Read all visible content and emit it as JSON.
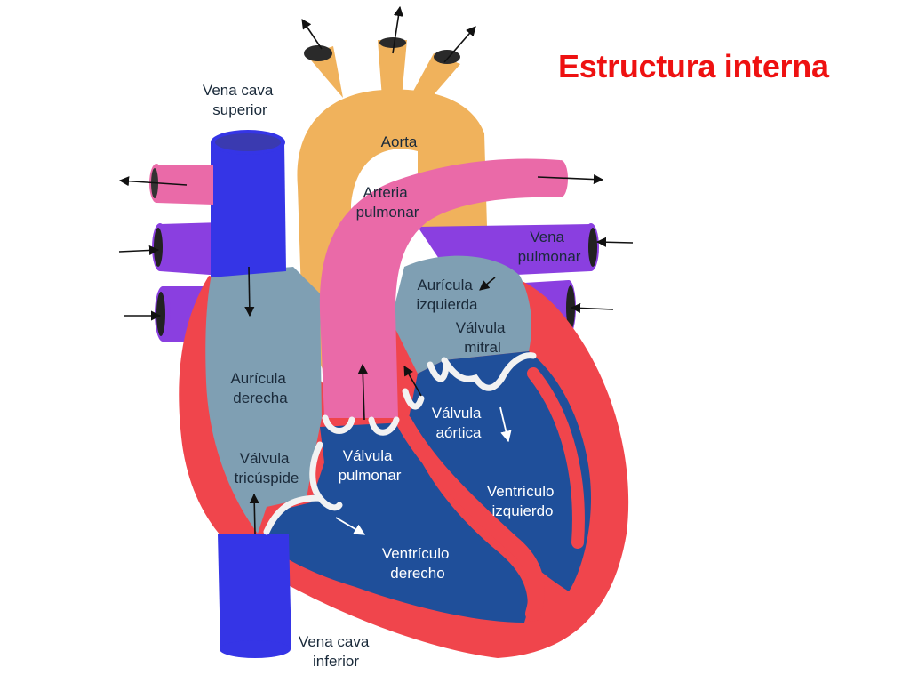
{
  "title": "Estructura interna",
  "colors": {
    "title": "#ee1111",
    "aorta": "#f0b25c",
    "pulmonary_artery": "#ea6aa8",
    "vena_cava": "#3535e6",
    "pulmonary_vein": "#8a3fe0",
    "atria": "#7f9fb3",
    "ventricles": "#1f4f9a",
    "myocardium": "#f0454c",
    "valves": "#f2f2f2",
    "label_dark": "#1a2a3a",
    "label_light": "#ffffff"
  },
  "labels": {
    "vena_cava_superior": [
      "Vena cava",
      "superior"
    ],
    "aorta": [
      "Aorta"
    ],
    "arteria_pulmonar": [
      "Arteria",
      "pulmonar"
    ],
    "vena_pulmonar": [
      "Vena",
      "pulmonar"
    ],
    "auricula_izquierda": [
      "Aurícula",
      "izquierda"
    ],
    "valvula_mitral": [
      "Válvula",
      "mitral"
    ],
    "auricula_derecha": [
      "Aurícula",
      "derecha"
    ],
    "valvula_aortica": [
      "Válvula",
      "aórtica"
    ],
    "valvula_tricuspide": [
      "Válvula",
      "tricúspide"
    ],
    "valvula_pulmonar": [
      "Válvula",
      "pulmonar"
    ],
    "ventriculo_izquierdo": [
      "Ventrículo",
      "izquierdo"
    ],
    "ventriculo_derecho": [
      "Ventrículo",
      "derecho"
    ],
    "vena_cava_inferior": [
      "Vena cava",
      "inferior"
    ]
  }
}
